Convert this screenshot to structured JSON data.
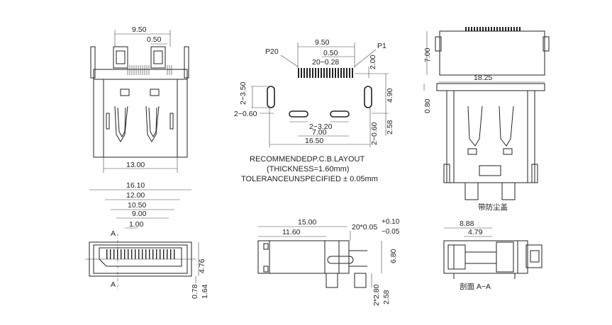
{
  "views": {
    "front": {
      "d_9_50": "9.50",
      "d_0_50": "0.50",
      "d_13_00": "13.00"
    },
    "layout": {
      "d_9_50": "9.50",
      "label_p20": "P20",
      "label_p1": "P1",
      "d_0_50": "0.50",
      "d_20_028": "20−0.28",
      "d_2_00": "2.00",
      "d_2_350": "2−3.50",
      "d_4_90": "4.90",
      "d_2_060_left": "2−0.60",
      "d_2_320": "2−3.20",
      "d_2_060_right": "2−0.60",
      "d_2_58": "2.58",
      "d_7_00": "7.00",
      "d_16_50": "16.50",
      "note_line1": "RECOMMENDEDP.C.B.LAYOUT",
      "note_line2": "(THICKNESS=1.60mm)",
      "note_line3": "TOLERANCEUNSPECIFIED ± 0.05mm"
    },
    "top_right": {
      "d_7_00": "7.00",
      "d_18_25": "18.25",
      "d_0_80": "0.80",
      "caption": "带防尘盖"
    },
    "bottom_left": {
      "d_16_10": "16.10",
      "d_12_00": "12.00",
      "d_10_50": "10.50",
      "d_9_00": "9.00",
      "d_1_00": "1.00",
      "label_a_top": "A",
      "label_a_bottom": "A",
      "d_4_76": "4.76",
      "d_0_78": "0.78",
      "d_1_64": "1.64"
    },
    "side": {
      "d_15_00": "15.00",
      "d_11_60": "11.60",
      "tol_base": "20*0.05",
      "tol_plus": "+0.10",
      "tol_minus": "−0.05",
      "d_6_80": "6.80",
      "d_2x2_80": "2*2.80",
      "d_2_58": "2.58"
    },
    "section": {
      "d_8_88": "8.88",
      "d_4_79": "4.79",
      "caption": "剖面 A−A"
    }
  }
}
